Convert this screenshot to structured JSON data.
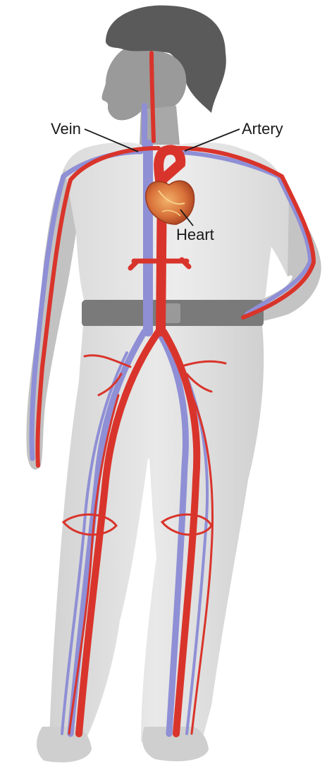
{
  "labels": {
    "vein": "Vein",
    "artery": "Artery",
    "heart": "Heart"
  },
  "colors": {
    "artery": "#d9342b",
    "vein": "#8f8fd6",
    "heart": "#c8552c",
    "body_fill": "#e6e6e6",
    "skin": "#bdbdbd",
    "hair": "#5a5a5a",
    "belt": "#7a7a7a",
    "leader_line": "#1a1a1a"
  },
  "icons": [
    "human-figure",
    "heart-icon"
  ]
}
